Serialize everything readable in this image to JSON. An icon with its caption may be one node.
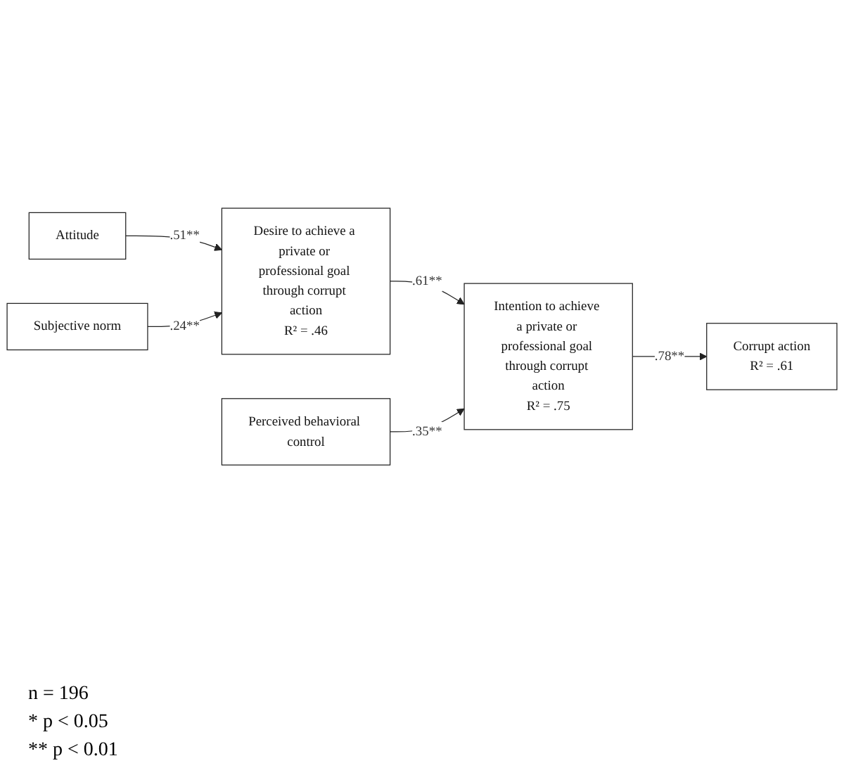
{
  "diagram": {
    "nodes": [
      {
        "text": [
          "Perceived behavioral control"
        ]
      },
      {
        "text": [
          "Desire to achieve a private or professional goal through corrupt action",
          "R² = .46"
        ]
      },
      {
        "text": [
          "Intention to achieve a private or professional goal through corrupt action",
          "R² = .75"
        ]
      },
      {
        "text": [
          "Corrupt action",
          "R² = .61"
        ]
      },
      {
        "text": [
          "Attitude"
        ]
      },
      {
        "text": [
          "Subjective norm"
        ]
      }
    ],
    "edges": [
      {
        "from": 4,
        "to": 1,
        "arrow": "to",
        "label": ".51**"
      },
      {
        "from": 5,
        "to": 1,
        "arrow": "to",
        "label": ".24**"
      },
      {
        "from": 1,
        "to": 2,
        "arrow": "to",
        "label": ".61**"
      },
      {
        "from": 0,
        "to": 2,
        "arrow": "to",
        "label": ".35**"
      },
      {
        "from": 2,
        "to": 3,
        "arrow": "to",
        "label": ".78**"
      }
    ],
    "labels": [
      "n = 196",
      "* p < 0.05",
      "** p < 0.01"
    ]
  }
}
